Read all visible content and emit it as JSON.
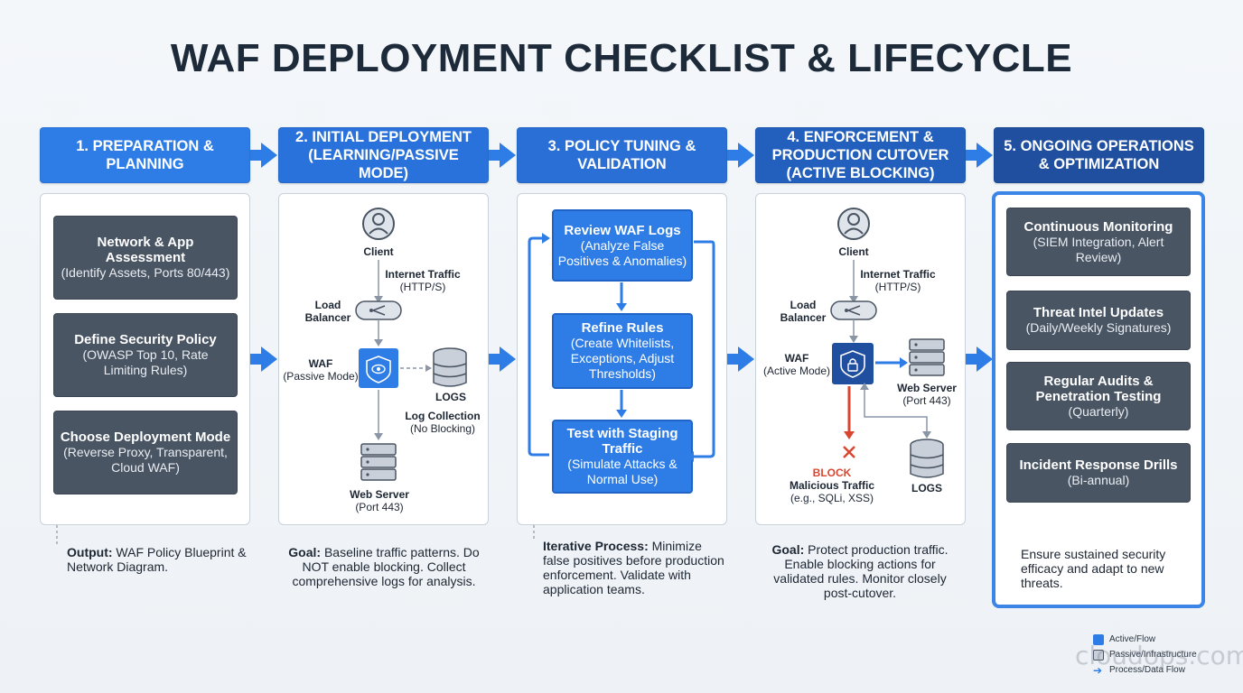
{
  "title": "WAF DEPLOYMENT CHECKLIST & LIFECYCLE",
  "colors": {
    "active_blue": "#2e7de6",
    "dark_blue": "#1f4f9e",
    "card_gray": "#4a5564",
    "block_red": "#d9462f"
  },
  "phases": [
    {
      "header": "1. PREPARATION & PLANNING",
      "cards": [
        {
          "title": "Network & App Assessment",
          "sub": "(Identify Assets, Ports 80/443)"
        },
        {
          "title": "Define Security Policy",
          "sub": "(OWASP Top 10, Rate Limiting Rules)"
        },
        {
          "title": "Choose Deployment Mode",
          "sub": "(Reverse Proxy, Transparent, Cloud WAF)"
        }
      ],
      "note_label": "Output:",
      "note_text": "WAF Policy Blueprint & Network Diagram."
    },
    {
      "header": "2. INITIAL DEPLOYMENT (LEARNING/PASSIVE MODE)",
      "client": "Client",
      "traffic_label": "Internet Traffic",
      "traffic_sub": "(HTTP/S)",
      "lb_label": "Load Balancer",
      "waf_label": "WAF",
      "waf_sub": "(Passive Mode)",
      "logs_label": "LOGS",
      "log_collection": "Log Collection",
      "log_collection_sub": "(No Blocking)",
      "server_label": "Web Server",
      "server_sub": "(Port 443)",
      "note_label": "Goal:",
      "note_text": "Baseline traffic patterns. Do NOT enable blocking. Collect comprehensive logs for analysis."
    },
    {
      "header": "3. POLICY TUNING & VALIDATION",
      "cards": [
        {
          "title": "Review WAF Logs",
          "sub": "(Analyze False Positives & Anomalies)"
        },
        {
          "title": "Refine Rules",
          "sub": "(Create Whitelists, Exceptions, Adjust Thresholds)"
        },
        {
          "title": "Test with Staging Traffic",
          "sub": "(Simulate Attacks & Normal Use)"
        }
      ],
      "note_label": "Iterative Process:",
      "note_text": "Minimize false positives before production enforcement. Validate with application teams."
    },
    {
      "header": "4. ENFORCEMENT & PRODUCTION CUTOVER (ACTIVE BLOCKING)",
      "client": "Client",
      "traffic_label": "Internet Traffic",
      "traffic_sub": "(HTTP/S)",
      "lb_label": "Load Balancer",
      "waf_label": "WAF",
      "waf_sub": "(Active Mode)",
      "server_label": "Web Server",
      "server_sub": "(Port 443)",
      "block_label": "BLOCK",
      "malicious_label": "Malicious Traffic",
      "malicious_sub": "(e.g., SQLi, XSS)",
      "logs_label": "LOGS",
      "note_label": "Goal:",
      "note_text": "Protect production traffic. Enable blocking actions for validated rules. Monitor closely post-cutover."
    },
    {
      "header": "5. ONGOING OPERATIONS & OPTIMIZATION",
      "cards": [
        {
          "title": "Continuous Monitoring",
          "sub": "(SIEM Integration, Alert Review)"
        },
        {
          "title": "Threat Intel Updates",
          "sub": "(Daily/Weekly Signatures)"
        },
        {
          "title": "Regular Audits & Penetration Testing",
          "sub": "(Quarterly)"
        },
        {
          "title": "Incident Response Drills",
          "sub": "(Bi-annual)"
        }
      ],
      "note_text": "Ensure sustained security efficacy and adapt to new threats."
    }
  ],
  "legend": {
    "active": "Active/Flow",
    "passive": "Passive/Infrastructure",
    "process": "Process/Data Flow"
  },
  "watermark": "cloudops.com"
}
